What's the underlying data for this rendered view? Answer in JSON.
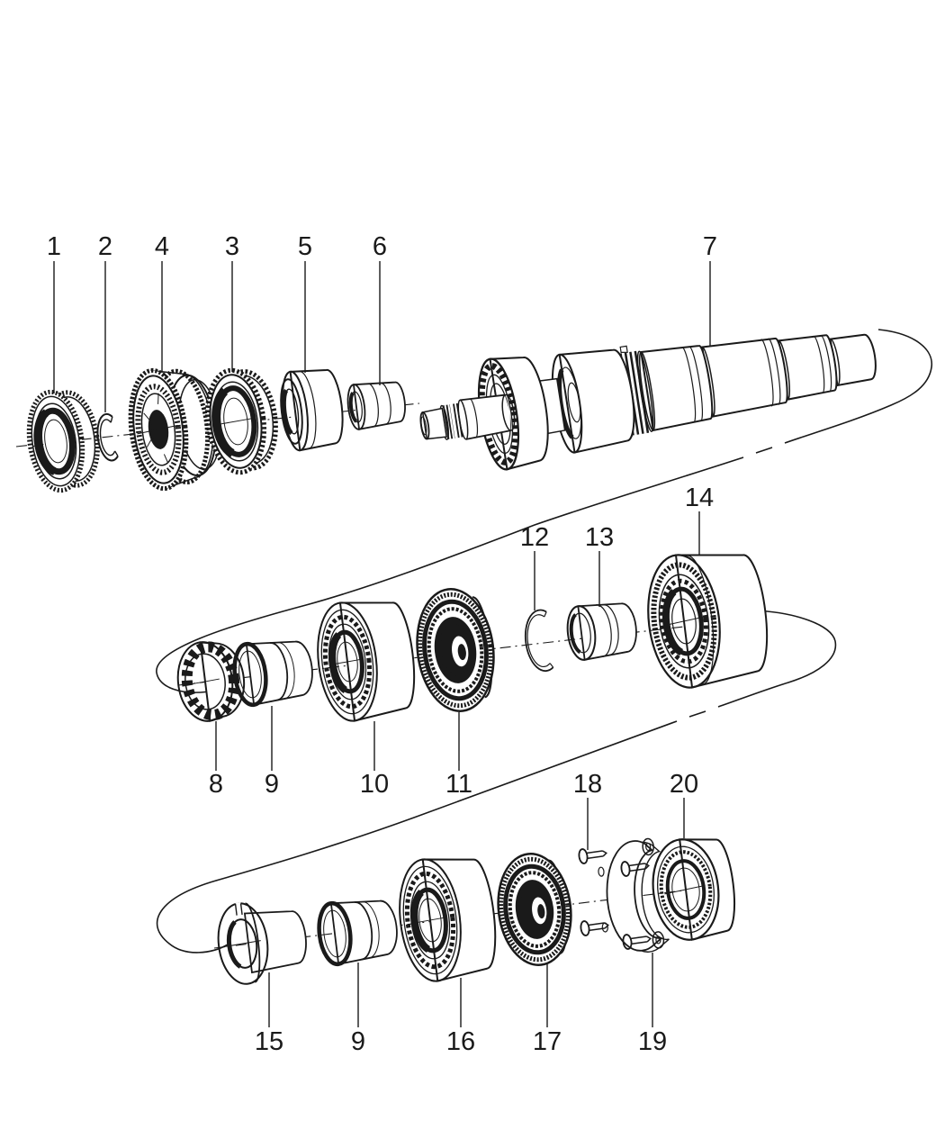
{
  "figure": {
    "type": "exploded-parts-diagram",
    "background_color": "#ffffff",
    "line_color": "#1a1a1a",
    "callouts": [
      {
        "label": "1",
        "row": "top"
      },
      {
        "label": "2",
        "row": "top"
      },
      {
        "label": "4",
        "row": "top"
      },
      {
        "label": "3",
        "row": "top"
      },
      {
        "label": "5",
        "row": "top"
      },
      {
        "label": "6",
        "row": "top"
      },
      {
        "label": "7",
        "row": "top"
      },
      {
        "label": "12",
        "row": "middle"
      },
      {
        "label": "13",
        "row": "middle"
      },
      {
        "label": "14",
        "row": "middle"
      },
      {
        "label": "8",
        "row": "middle"
      },
      {
        "label": "9",
        "row": "middle"
      },
      {
        "label": "10",
        "row": "middle"
      },
      {
        "label": "11",
        "row": "middle"
      },
      {
        "label": "18",
        "row": "bottom"
      },
      {
        "label": "20",
        "row": "bottom"
      },
      {
        "label": "15",
        "row": "bottom"
      },
      {
        "label": "9",
        "row": "bottom"
      },
      {
        "label": "16",
        "row": "bottom"
      },
      {
        "label": "17",
        "row": "bottom"
      },
      {
        "label": "19",
        "row": "bottom"
      }
    ]
  }
}
